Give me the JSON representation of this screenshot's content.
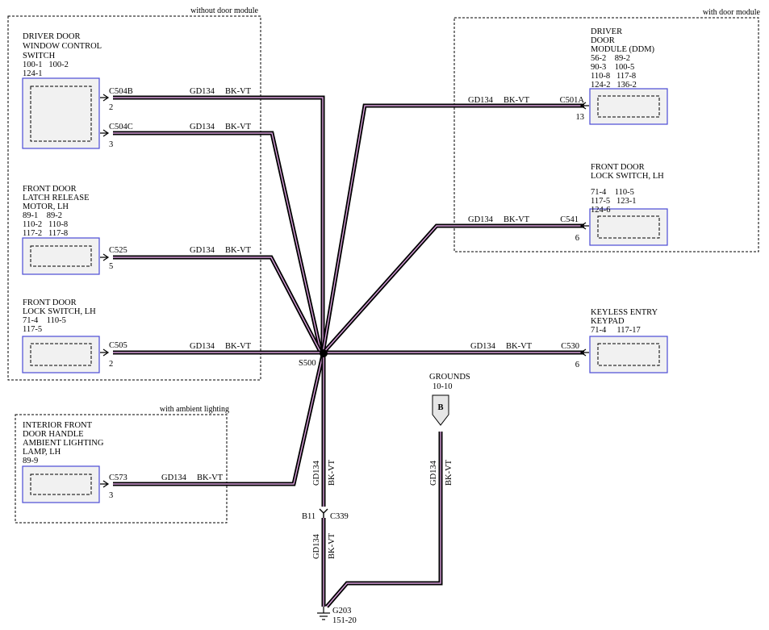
{
  "regions": {
    "without_door_module": "without door module",
    "with_door_module": "with door module",
    "with_ambient_lighting": "with ambient lighting"
  },
  "components": {
    "driver_door_window_switch": {
      "title": [
        "DRIVER DOOR",
        "WINDOW CONTROL",
        "SWITCH"
      ],
      "refs": [
        "100-1   100-2",
        "124-1"
      ],
      "connector": "C504B",
      "pin": "2",
      "connector2": "C504C",
      "pin2": "3"
    },
    "front_door_latch_release_motor": {
      "title": [
        "FRONT DOOR",
        "LATCH RELEASE",
        "MOTOR, LH"
      ],
      "refs": [
        "89-1    89-2",
        "110-2   110-8",
        "117-2   117-8"
      ],
      "connector": "C525",
      "pin": "5"
    },
    "front_door_lock_switch_left": {
      "title": [
        "FRONT DOOR",
        "LOCK SWITCH, LH"
      ],
      "refs": [
        "71-4    110-5",
        "117-5"
      ],
      "connector": "C505",
      "pin": "2"
    },
    "interior_ambient_lamp": {
      "title": [
        "INTERIOR FRONT",
        "DOOR HANDLE",
        "AMBIENT LIGHTING",
        "LAMP, LH"
      ],
      "refs": [
        "89-9"
      ],
      "connector": "C573",
      "pin": "3"
    },
    "driver_door_module": {
      "title": [
        "DRIVER",
        "DOOR",
        "MODULE (DDM)"
      ],
      "refs": [
        "56-2    89-2",
        "90-3    100-5",
        "110-8   117-8",
        "124-2   136-2"
      ],
      "connector": "C501A",
      "pin": "13"
    },
    "front_door_lock_switch_right": {
      "title": [
        "FRONT DOOR",
        "LOCK SWITCH, LH"
      ],
      "refs": [
        "71-4    110-5",
        "117-5   123-1",
        "124-6"
      ],
      "connector": "C541",
      "pin": "6"
    },
    "keyless_entry_keypad": {
      "title": [
        "KEYLESS ENTRY",
        "KEYPAD"
      ],
      "refs": [
        "71-4     117-17"
      ],
      "connector": "C530",
      "pin": "6"
    }
  },
  "wire": {
    "circuit": "GD134",
    "color": "BK-VT"
  },
  "splice": "S500",
  "inline_connector": {
    "pin": "B11",
    "name": "C339"
  },
  "grounds": {
    "title": "GROUNDS",
    "ref": "10-10",
    "marker": "B"
  },
  "ground_point": {
    "name": "G203",
    "ref": "151-20"
  },
  "colors": {
    "wire_core": "#d9a0dc",
    "component_border": "#4b4bd6",
    "component_fill": "#f1f1f1"
  }
}
